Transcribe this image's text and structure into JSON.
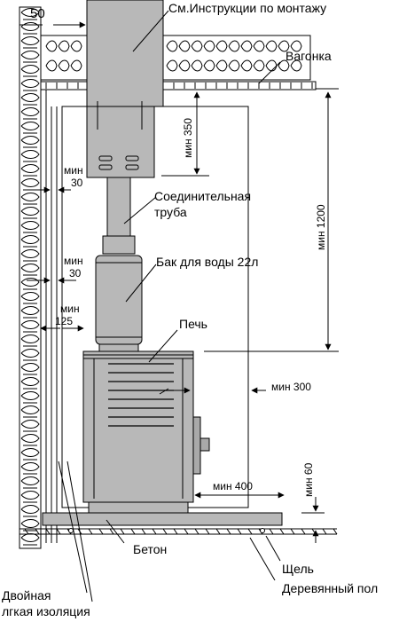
{
  "labels": {
    "dim_50": "50",
    "see_instructions": "См.Инструкции по монтажу",
    "vagonka": "Вагонка",
    "min_350": "мин 350",
    "min_1200": "мин 1200",
    "min_30_top_1": "мин",
    "min_30_top_2": "30",
    "connecting_pipe_1": "Соединительная",
    "connecting_pipe_2": "труба",
    "min_30_mid_1": "мин",
    "min_30_mid_2": "30",
    "water_tank": "Бак для воды 22л",
    "min_125_1": "мин",
    "min_125_2": "125",
    "stove": "Печь",
    "min_300": "мин 300",
    "min_400": "мин 400",
    "min_60": "мин 60",
    "concrete": "Бетон",
    "gap": "Щель",
    "wooden_floor": "Деревянный пол",
    "double_insulation_1": "Двойная",
    "double_insulation_2": "лгкая изоляция"
  },
  "colors": {
    "metal": "#b8b8b8",
    "metal_dark": "#a9a9a9",
    "line": "#000000",
    "background": "#ffffff"
  }
}
